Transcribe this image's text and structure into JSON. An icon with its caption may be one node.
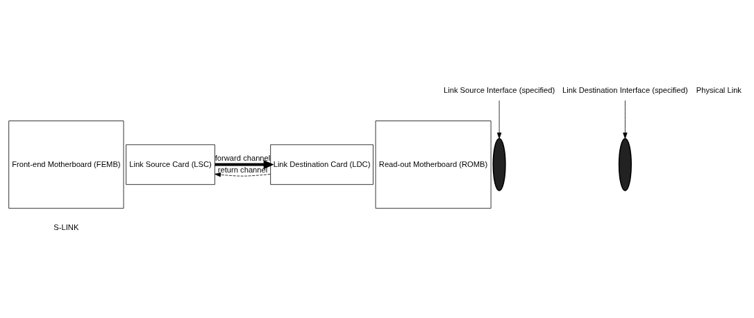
{
  "diagram": {
    "nodes": [
      {
        "text": [
          "Front-end Motherboard (FEMB)"
        ]
      },
      {
        "text": [
          "Link Source Card (LSC)"
        ]
      },
      {
        "text": [
          "Link Destination Card (LDC)"
        ]
      },
      {
        "text": [
          "Read-out Motherboard (ROMB)"
        ]
      },
      {
        "text": [
          "Link Source Interface (specified)"
        ]
      },
      {
        "text": [],
        "shape": "ellipse"
      },
      {
        "text": [
          "Link Destination Interface (specified)"
        ]
      },
      {
        "text": [],
        "shape": "ellipse"
      }
    ],
    "edges": [
      {
        "from": 4,
        "to": 5,
        "arrow": "to"
      },
      {
        "from": 6,
        "to": 7,
        "arrow": "to"
      },
      {
        "from": 2,
        "to": 1,
        "arrow": "to",
        "label": "return channel",
        "style": "dashed"
      },
      {
        "from": 1,
        "to": 2,
        "arrow": "to",
        "label": "forward channel",
        "style": "thick"
      }
    ],
    "labels": [
      "Physical Link",
      "S-LINK"
    ]
  }
}
